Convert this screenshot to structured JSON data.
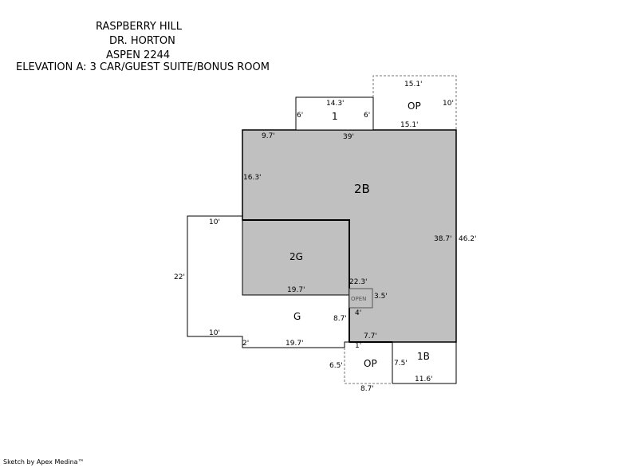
{
  "header": {
    "line1": "RASPBERRY HILL",
    "line2": "DR. HORTON",
    "line3": "ASPEN 2244",
    "line4": "ELEVATION A: 3 CAR/GUEST SUITE/BONUS ROOM"
  },
  "areas": {
    "upper": "2B",
    "garage_upper": "2G",
    "garage": "G",
    "first_floor": "1",
    "first_floor_b": "1B",
    "porch_top": "OP",
    "porch_bottom": "OP",
    "open": "OPEN"
  },
  "dimensions": {
    "d_14_3": "14.3'",
    "d_6_left": "6'",
    "d_6_right": "6'",
    "d_15_1_top": "15.1'",
    "d_10_op": "10'",
    "d_15_1_bottom": "15.1'",
    "d_9_7": "9.7'",
    "d_39": "39'",
    "d_16_3": "16.3'",
    "d_38_7": "38.7'",
    "d_46_2": "46.2'",
    "d_10_top": "10'",
    "d_22": "22'",
    "d_19_7_inner": "19.7'",
    "d_22_3": "22.3'",
    "d_3_5": "3.5'",
    "d_4": "4'",
    "d_8_7": "8.7'",
    "d_10_bottom": "10'",
    "d_2": "2'",
    "d_19_7_bottom": "19.7'",
    "d_7_7": "7.7'",
    "d_1": "1'",
    "d_6_5": "6.5'",
    "d_7_5": "7.5'",
    "d_8_7_bottom": "8.7'",
    "d_11_6": "11.6'"
  },
  "footer": {
    "credit": "Sketch by Apex Medina™"
  }
}
